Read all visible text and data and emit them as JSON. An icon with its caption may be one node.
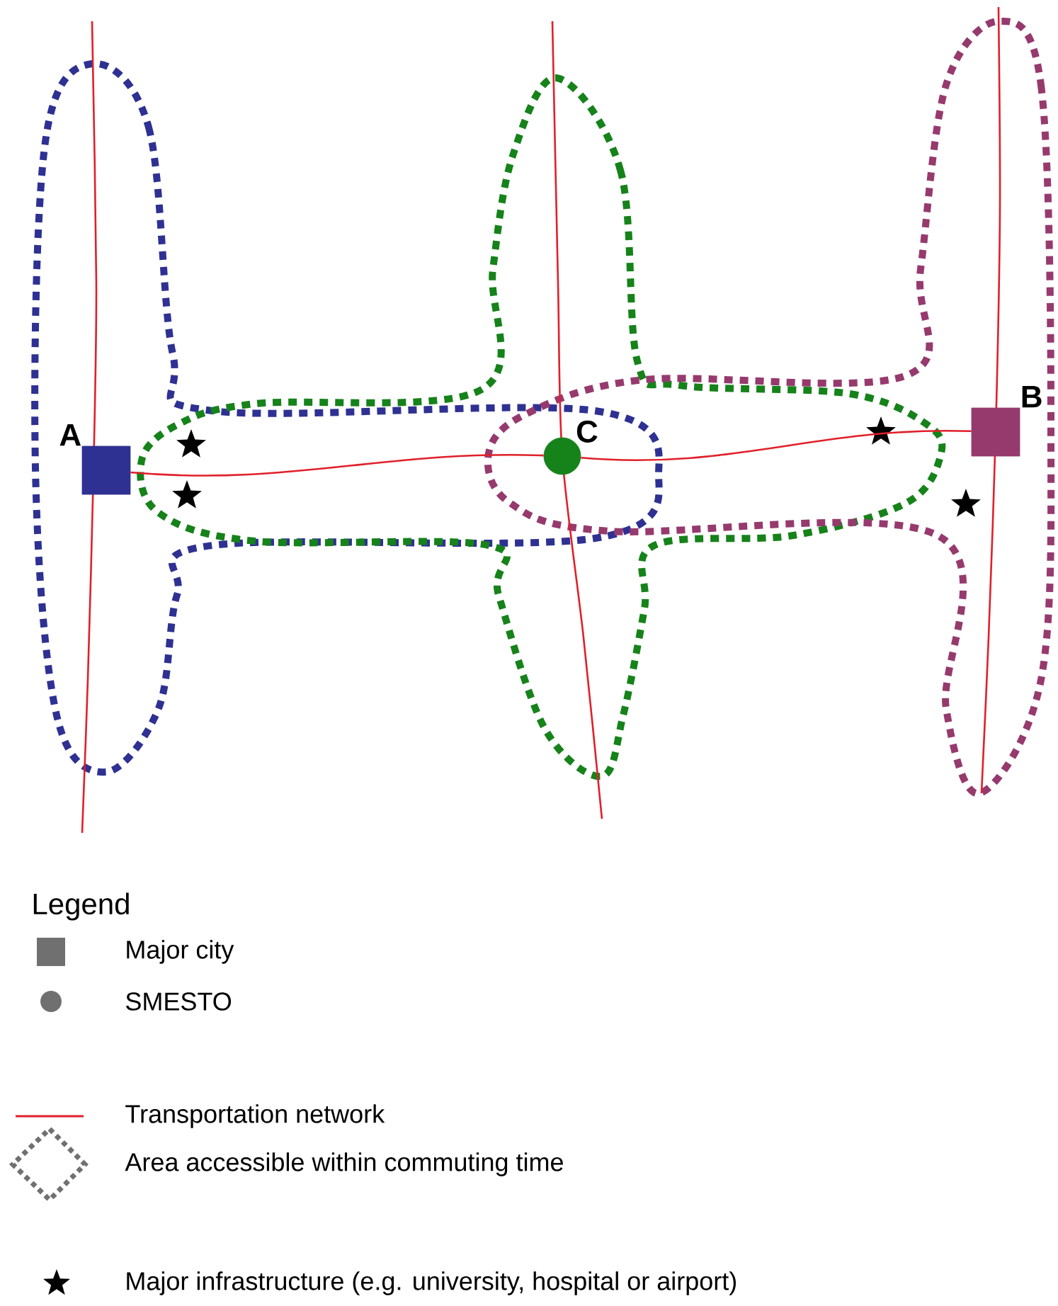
{
  "diagram": {
    "nodes": [
      {
        "text": [
          "A"
        ]
      },
      {
        "text": [
          "C"
        ]
      },
      {
        "text": [
          "B"
        ]
      }
    ],
    "edges": [
      {
        "from": 0,
        "to": 1,
        "arrow": "none"
      },
      {
        "from": 1,
        "to": 2,
        "arrow": "none"
      }
    ],
    "labels": [
      "Legend"
    ],
    "legend": [
      {
        "text": "Major city"
      },
      {
        "text": "SMESTO"
      },
      {
        "text": "Transportation network"
      },
      {
        "text": "Area accessible within commuting time"
      },
      {
        "text": "Major infrastructure (e.g. university, hospital or airport)"
      }
    ]
  }
}
